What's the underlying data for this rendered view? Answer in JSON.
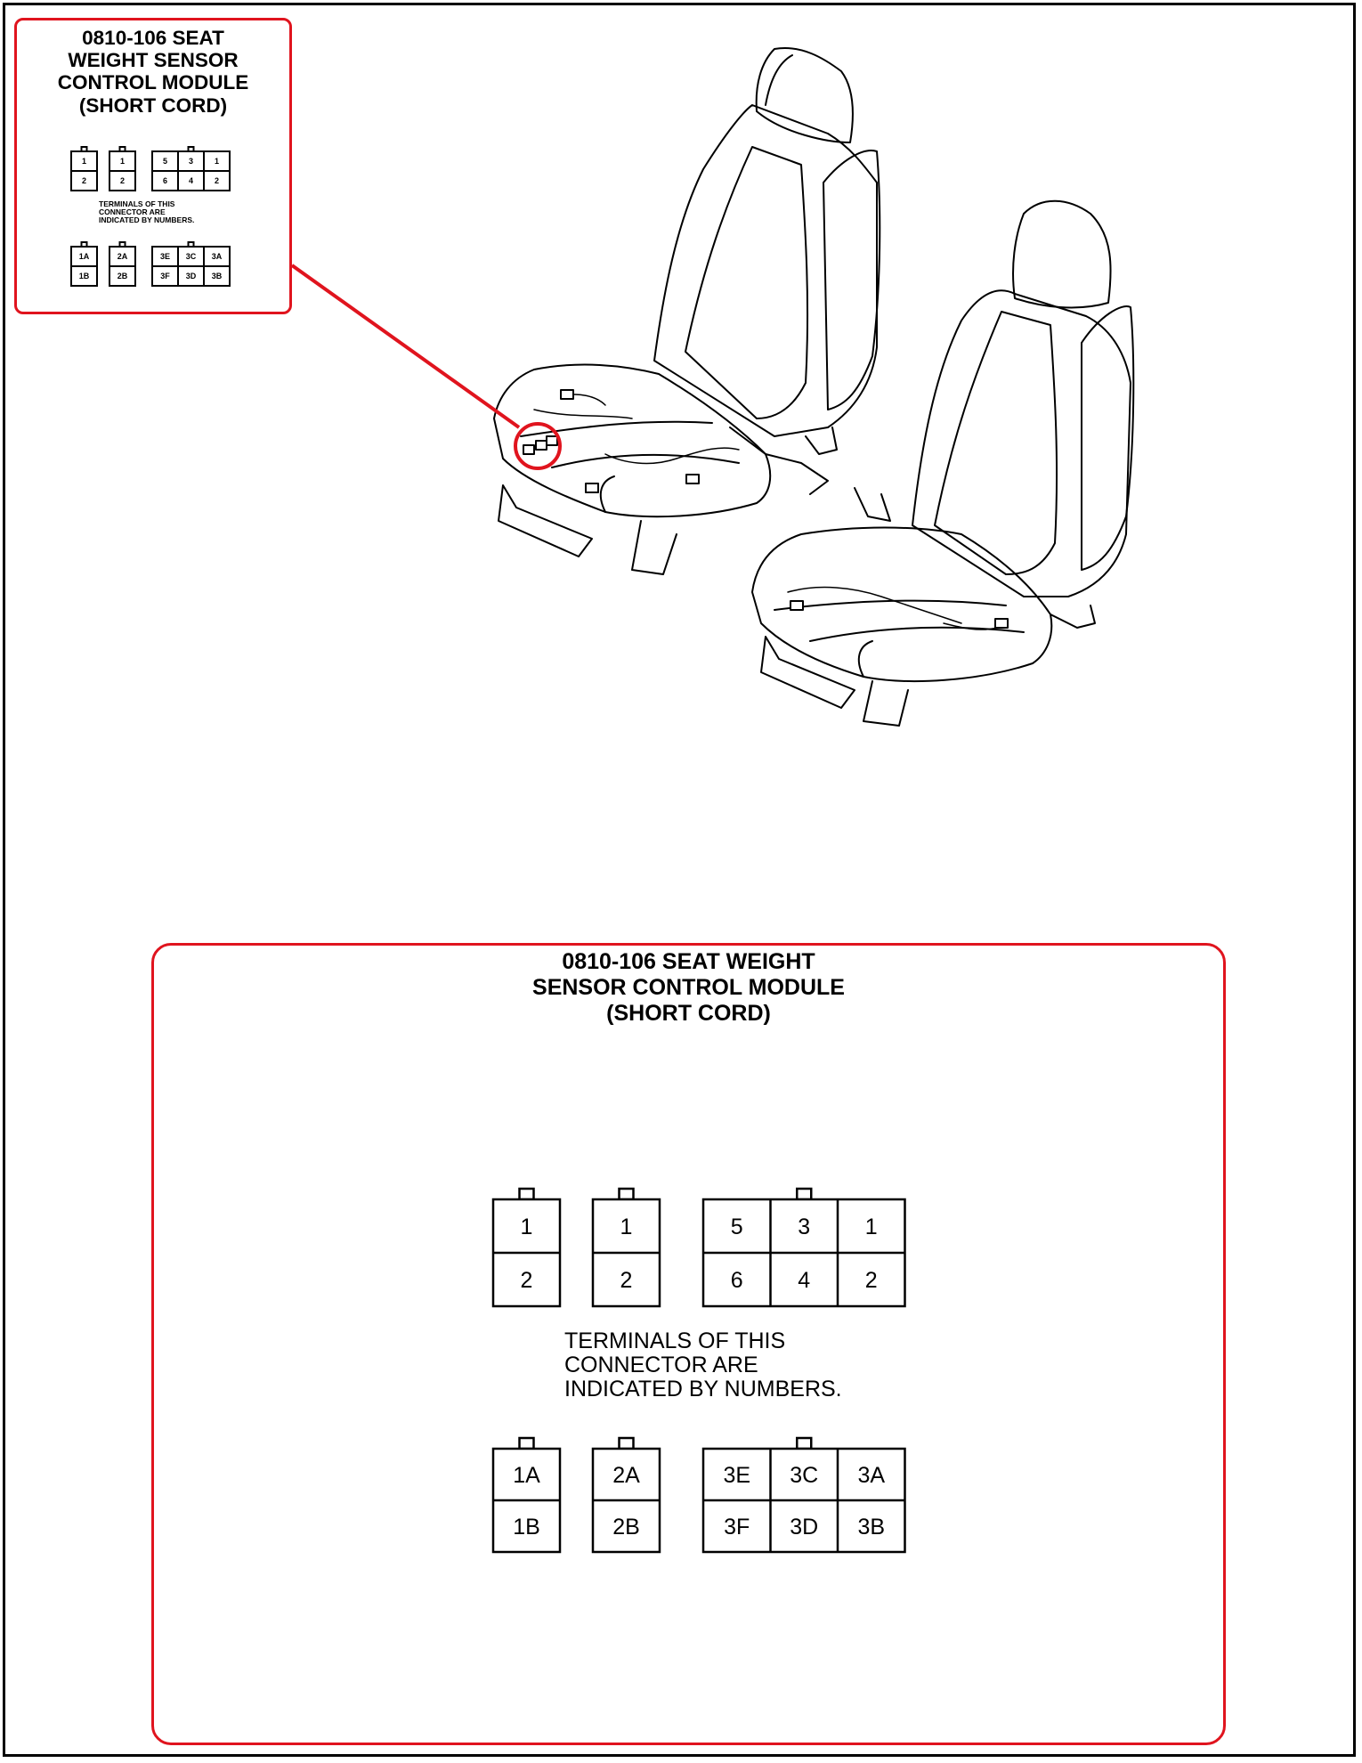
{
  "module": {
    "title_lines": [
      "0810-106 SEAT WEIGHT",
      "SENSOR CONTROL MODULE",
      "(SHORT CORD)"
    ],
    "inset_title_lines": [
      "0810-106 SEAT",
      "WEIGHT SENSOR",
      "CONTROL MODULE",
      "(SHORT CORD)"
    ],
    "note_lines": [
      "TERMINALS OF THIS",
      "CONNECTOR ARE",
      "INDICATED BY NUMBERS."
    ]
  },
  "connectors": {
    "numbers": [
      {
        "cols": 1,
        "cells": [
          "1",
          "2"
        ]
      },
      {
        "cols": 1,
        "cells": [
          "1",
          "2"
        ]
      },
      {
        "cols": 3,
        "cells": [
          "5",
          "3",
          "1",
          "6",
          "4",
          "2"
        ]
      }
    ],
    "letters": [
      {
        "cols": 1,
        "cells": [
          "1A",
          "1B"
        ]
      },
      {
        "cols": 1,
        "cells": [
          "2A",
          "2B"
        ]
      },
      {
        "cols": 3,
        "cells": [
          "3E",
          "3C",
          "3A",
          "3F",
          "3D",
          "3B"
        ]
      }
    ]
  },
  "colors": {
    "highlight": "#e0141e",
    "line": "#000000"
  }
}
